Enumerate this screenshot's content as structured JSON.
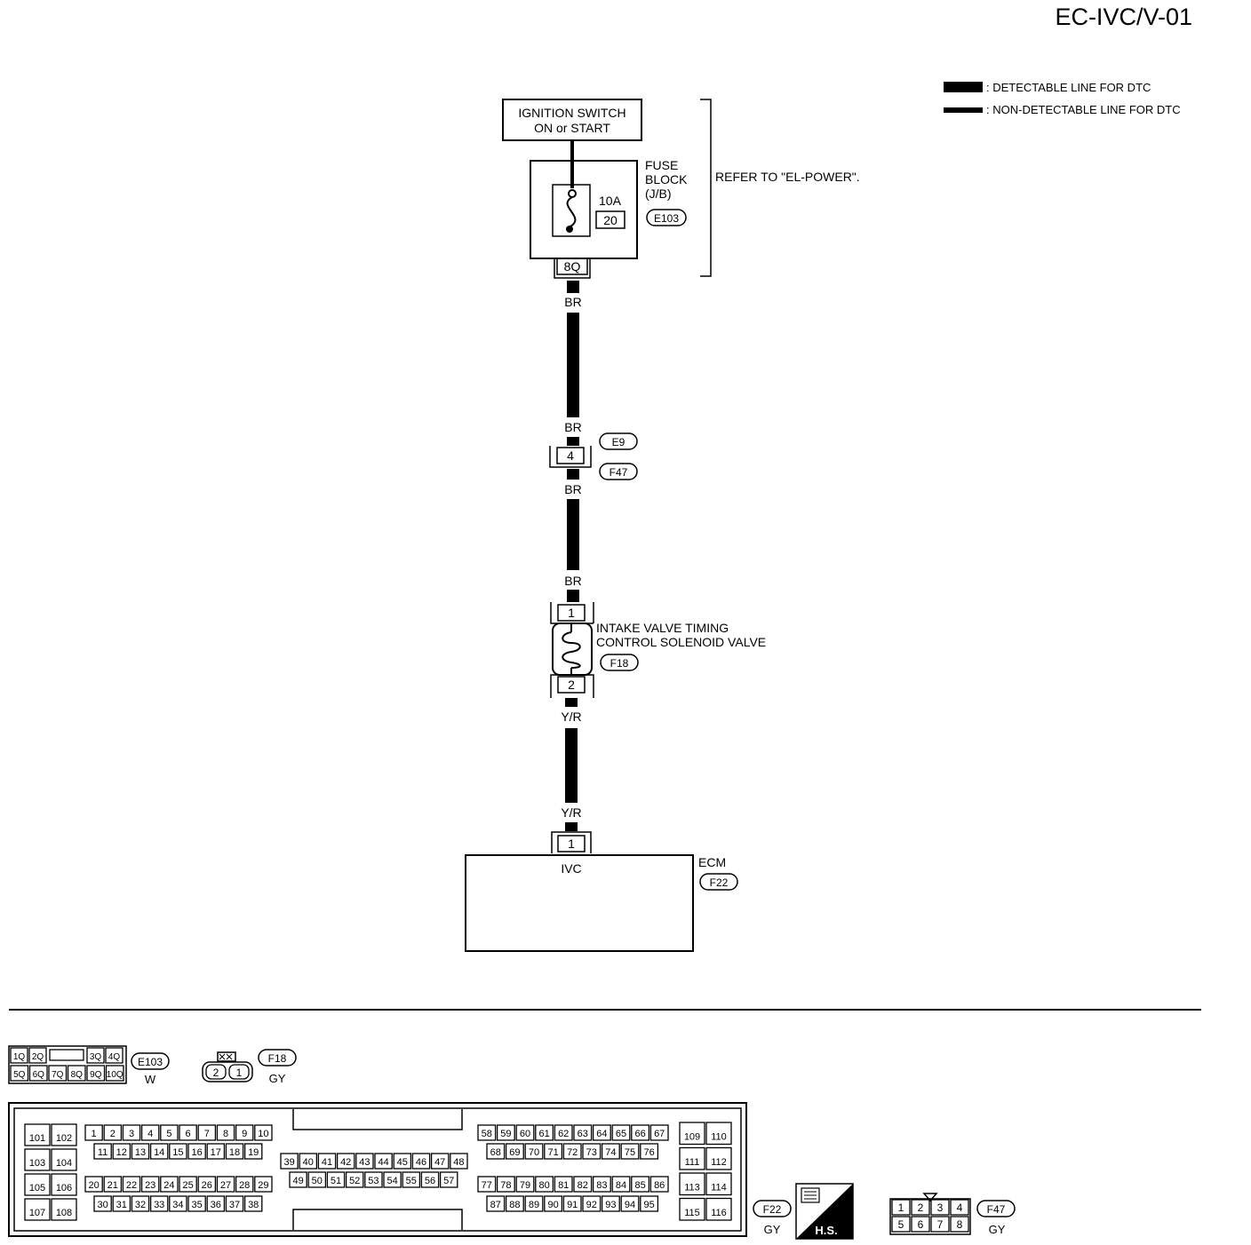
{
  "page_code": "EC-IVC/V-01",
  "legend": {
    "detectable": ": DETECTABLE LINE FOR DTC",
    "non_detectable": ": NON-DETECTABLE LINE FOR DTC"
  },
  "ignition_switch": {
    "line1": "IGNITION SWITCH",
    "line2": "ON or START"
  },
  "fuse_block": {
    "label1": "FUSE",
    "label2": "BLOCK",
    "label3": "(J/B)",
    "amp": "10A",
    "fuse_no": "20",
    "connector": "E103",
    "terminal": "8Q"
  },
  "refer_note": "REFER TO \"EL-POWER\".",
  "wires": {
    "br_1": "BR",
    "br_2": "BR",
    "br_3": "BR",
    "br_4": "BR",
    "yr_1": "Y/R",
    "yr_2": "Y/R"
  },
  "joint_connector": {
    "pin": "4",
    "upper": "E9",
    "lower": "F47"
  },
  "solenoid": {
    "line1": "INTAKE VALVE TIMING",
    "line2": "CONTROL SOLENOID VALVE",
    "connector": "F18",
    "pin_top": "1",
    "pin_bottom": "2"
  },
  "ecm": {
    "label": "ECM",
    "connector": "F22",
    "terminal": "IVC",
    "pin": "1"
  },
  "connectors_views": {
    "e103": {
      "id": "E103",
      "color": "W",
      "row1": [
        "1Q",
        "2Q",
        "",
        "3Q",
        "4Q"
      ],
      "row2": [
        "5Q",
        "6Q",
        "7Q",
        "8Q",
        "9Q",
        "10Q"
      ]
    },
    "f18": {
      "id": "F18",
      "color": "GY",
      "pins": [
        "2",
        "1"
      ]
    },
    "f22": {
      "id": "F22",
      "color": "GY",
      "hs_label": "H.S.",
      "left_grid": [
        [
          "101",
          "102"
        ],
        [
          "103",
          "104"
        ],
        [
          "105",
          "106"
        ],
        [
          "107",
          "108"
        ]
      ],
      "g1_row1": [
        "1",
        "2",
        "3",
        "4",
        "5",
        "6",
        "7",
        "8",
        "9",
        "10"
      ],
      "g1_row2": [
        "11",
        "12",
        "13",
        "14",
        "15",
        "16",
        "17",
        "18",
        "19"
      ],
      "g1_row3": [
        "20",
        "21",
        "22",
        "23",
        "24",
        "25",
        "26",
        "27",
        "28",
        "29"
      ],
      "g1_row4": [
        "30",
        "31",
        "32",
        "33",
        "34",
        "35",
        "36",
        "37",
        "38"
      ],
      "mid_row1": [
        "39",
        "40",
        "41",
        "42",
        "43",
        "44",
        "45",
        "46",
        "47",
        "48"
      ],
      "mid_row2": [
        "49",
        "50",
        "51",
        "52",
        "53",
        "54",
        "55",
        "56",
        "57"
      ],
      "g2_row1": [
        "58",
        "59",
        "60",
        "61",
        "62",
        "63",
        "64",
        "65",
        "66",
        "67"
      ],
      "g2_row2": [
        "68",
        "69",
        "70",
        "71",
        "72",
        "73",
        "74",
        "75",
        "76"
      ],
      "g2_row3": [
        "77",
        "78",
        "79",
        "80",
        "81",
        "82",
        "83",
        "84",
        "85",
        "86"
      ],
      "g2_row4": [
        "87",
        "88",
        "89",
        "90",
        "91",
        "92",
        "93",
        "94",
        "95"
      ],
      "right_grid": [
        [
          "109",
          "110"
        ],
        [
          "111",
          "112"
        ],
        [
          "113",
          "114"
        ],
        [
          "115",
          "116"
        ]
      ]
    },
    "f47": {
      "id": "F47",
      "color": "GY",
      "row1": [
        "1",
        "2",
        "3",
        "4"
      ],
      "row2": [
        "5",
        "6",
        "7",
        "8"
      ]
    }
  }
}
